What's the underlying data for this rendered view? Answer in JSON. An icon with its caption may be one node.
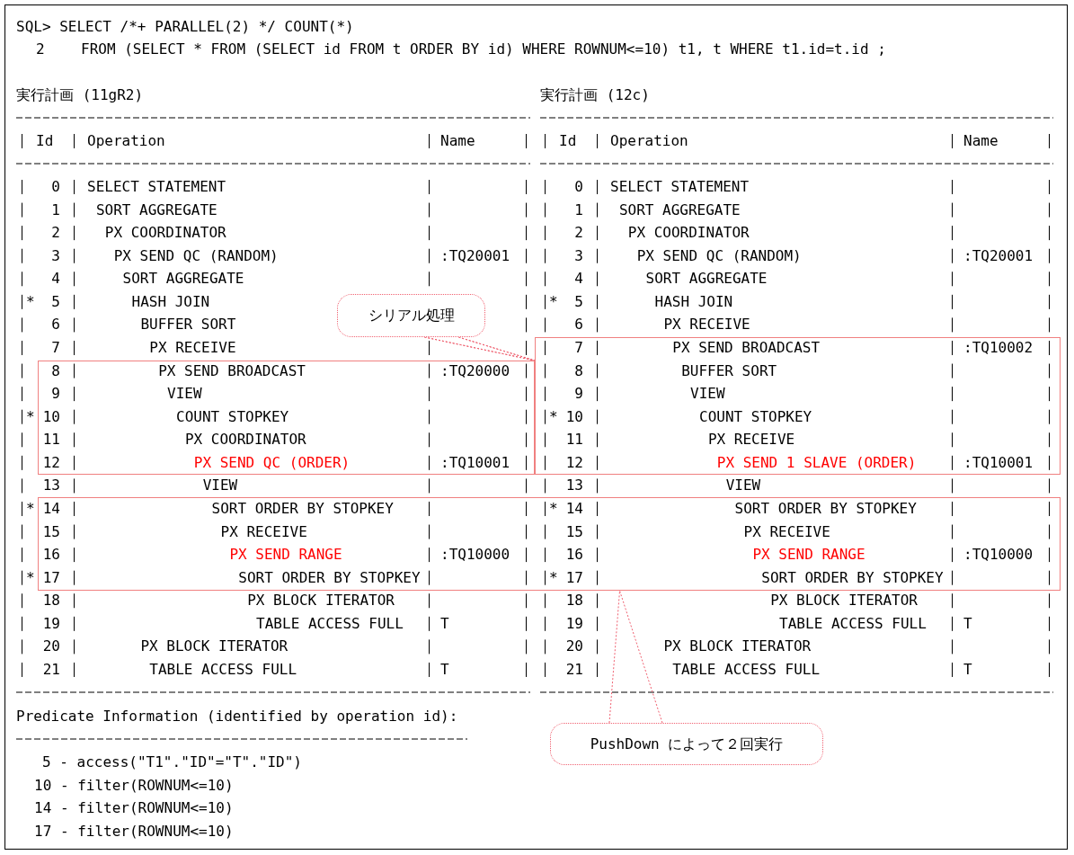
{
  "diagram": {
    "nodes": [
      {
        "text": [
          "シリアル処理"
        ]
      },
      {
        "text": [],
        "shape": "box"
      },
      {
        "text": [],
        "shape": "box"
      },
      {
        "text": [],
        "shape": "box"
      },
      {
        "text": [
          "PushDown によって２回実行"
        ]
      }
    ],
    "edges": [
      {
        "from": 0,
        "to": 2,
        "arrow": "none"
      },
      {
        "from": 0,
        "to": 1,
        "arrow": "none"
      },
      {
        "from": 4,
        "to": 3,
        "arrow": "none"
      }
    ],
    "labels": [
      "SQL> SELECT /*+ PARALLEL(2) */ COUNT(*)",
      "2",
      "FROM (SELECT * FROM (SELECT id FROM t ORDER BY id) WHERE ROWNUM<=10) t1, t WHERE t1.id=t.id ;",
      "実行計画 (11gR2)",
      "実行計画 (12c)",
      "Id",
      "Operation",
      "Name",
      "0",
      "SELECT STATEMENT",
      "1",
      "SORT AGGREGATE",
      "2",
      "PX COORDINATOR",
      "3",
      "PX SEND QC (RANDOM)",
      ":TQ20001",
      "4",
      "SORT AGGREGATE",
      "*",
      "5",
      "HASH JOIN",
      "6",
      "BUFFER SORT",
      "7",
      "PX RECEIVE",
      "8",
      "PX SEND BROADCAST",
      ":TQ20000",
      "9",
      "VIEW",
      "*",
      "10",
      "COUNT STOPKEY",
      "11",
      "PX COORDINATOR",
      "12",
      "PX SEND QC (ORDER)",
      ":TQ10001",
      "13",
      "VIEW",
      "*",
      "14",
      "SORT ORDER BY STOPKEY",
      "15",
      "PX RECEIVE",
      "16",
      "PX SEND RANGE",
      ":TQ10000",
      "*",
      "17",
      "SORT ORDER BY STOPKEY",
      "18",
      "PX BLOCK ITERATOR",
      "19",
      "TABLE ACCESS FULL",
      "T",
      "20",
      "PX BLOCK ITERATOR",
      "21",
      "TABLE ACCESS FULL",
      "T",
      "Id",
      "Operation",
      "Name",
      "0",
      "SELECT STATEMENT",
      "1",
      "SORT AGGREGATE",
      "2",
      "PX COORDINATOR",
      "3",
      "PX SEND QC (RANDOM)",
      ":TQ20001",
      "4",
      "SORT AGGREGATE",
      "*",
      "5",
      "HASH JOIN",
      "6",
      "PX RECEIVE",
      "7",
      "PX SEND BROADCAST",
      ":TQ10002",
      "8",
      "BUFFER SORT",
      "9",
      "VIEW",
      "*",
      "10",
      "COUNT STOPKEY",
      "11",
      "PX RECEIVE",
      "12",
      "PX SEND 1 SLAVE (ORDER)",
      ":TQ10001",
      "13",
      "VIEW",
      "*",
      "14",
      "SORT ORDER BY STOPKEY",
      "15",
      "PX RECEIVE",
      "16",
      "PX SEND RANGE",
      ":TQ10000",
      "*",
      "17",
      "SORT ORDER BY STOPKEY",
      "18",
      "PX BLOCK ITERATOR",
      "19",
      "TABLE ACCESS FULL",
      "T",
      "20",
      "PX BLOCK ITERATOR",
      "21",
      "TABLE ACCESS FULL",
      "T",
      "Predicate Information (identified by operation id):",
      "5 - access(\"T1\".\"ID\"=\"T\".\"ID\")",
      "10 - filter(ROWNUM<=10)",
      "14 - filter(ROWNUM<=10)",
      "17 - filter(ROWNUM<=10)"
    ]
  }
}
